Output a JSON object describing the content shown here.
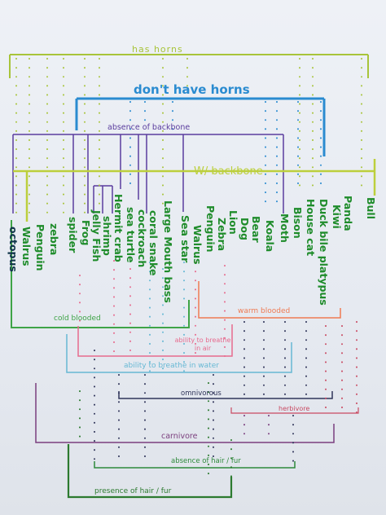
{
  "labels": {
    "has_horns": "has horns",
    "dont_have_horns": "don't have horns",
    "absence_of_backbone": "absence  of backbone",
    "with_backbone": "W/ backbone",
    "cold_blooded": "cold  blooded",
    "warm_blooded": "warm  blooded",
    "ability_breathe_air": "ability  to breathe  in  air",
    "ability_breathe_water": "ability  to  breathe  in  water",
    "omnivorous": "omnivorous",
    "herbivore": "herbivore",
    "carnivore": "carnivore",
    "absence_of_hair": "absence  of hair / fur",
    "presence_of_hair": "presence  of hair / fur"
  },
  "animals": [
    "octopus",
    "Walrus",
    "Penguin",
    "zebra",
    "spider",
    "Frog",
    "Jelly Fish",
    "shrimp",
    "Hermit crab",
    "sea turtle",
    "cockroach",
    "coral snake",
    "Large Mouth bass",
    "Sea star",
    "Walrus",
    "Penguin",
    "Zebra",
    "Lion",
    "Dog",
    "Bear",
    "Koala",
    "Moth",
    "Bison",
    "House cat",
    "Duck bile platypus",
    "Kiwi",
    "Panda",
    "Bull"
  ],
  "colors": {
    "paper": "#e9edf3",
    "horns": "#a8c43a",
    "no_horns": "#2a8bd0",
    "backbone_absent": "#5b3d9e",
    "backbone": "#bccf3c",
    "cold": "#3fa447",
    "warm": "#ef7a52",
    "air": "#e76b8e",
    "water": "#66b8d4",
    "omnivore": "#30355a",
    "herbivore": "#c94a62",
    "carnivore": "#7b3f7e",
    "no_hair": "#2e8a3b",
    "hair": "#2c7a2f",
    "animal_text": "#1f8c2b",
    "animal_text_dark": "#10354a"
  }
}
